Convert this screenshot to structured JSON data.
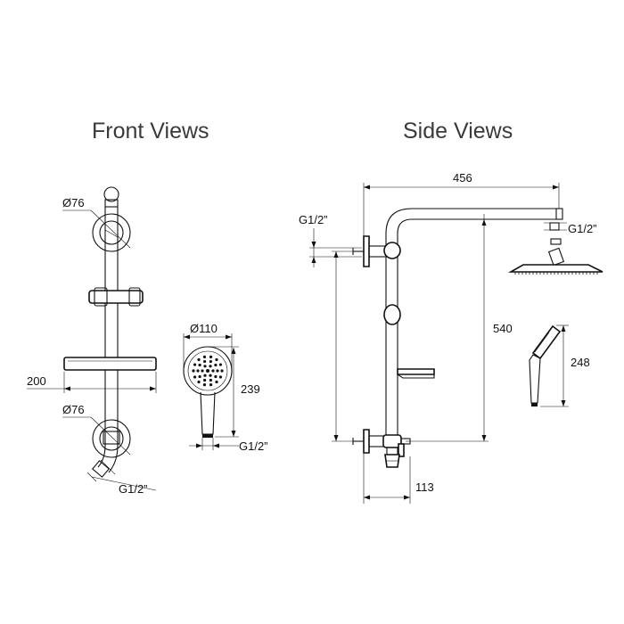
{
  "titles": {
    "front": "Front Views",
    "side": "Side Views"
  },
  "front": {
    "d_top": "Ø76",
    "width": "200",
    "d_bottom": "Ø76",
    "inlet": "G1/2”",
    "hand_diameter": "Ø110",
    "hand_length": "239",
    "hand_inlet": "G1/2”"
  },
  "side": {
    "reach": "456",
    "wall_inlet": "G1/2”",
    "head_inlet": "G1/2”",
    "height": "540",
    "depth": "113",
    "hand_length": "248"
  }
}
